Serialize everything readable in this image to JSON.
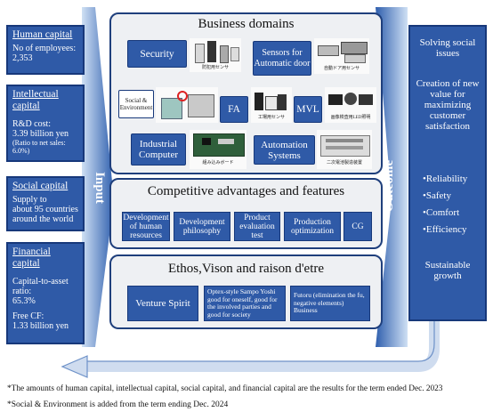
{
  "capitals": [
    {
      "title": "Human capital",
      "body": "No of employees:\n2,353"
    },
    {
      "title": "Intellectual capital",
      "body": "R&D cost:\n3.39 billion yen",
      "sub": "(Ratio to net sales: 6.0%)"
    },
    {
      "title": "Social capital",
      "body": "Supply to\nabout 95 countries\naround the world"
    },
    {
      "title": "Financial capital",
      "body": "Capital-to-asset ratio:\n65.3%",
      "body2": "Free CF:\n1.33 billion yen"
    }
  ],
  "input_label": "Input",
  "outcome_label": "Outcome",
  "business": {
    "title": "Business domains",
    "domains": {
      "security": "Security",
      "sensors": "Sensors for Automatic door",
      "social": "Social & Environment",
      "fa": "FA",
      "mvl": "MVL",
      "industrial": "Industrial Computer",
      "automation": "Automation Systems"
    },
    "captions": {
      "security": "防犯用センサ",
      "sensors": "自動ドア用センサ",
      "fa": "工場用センサ",
      "mvl": "画像検査用LED照明",
      "industrial": "組み込みボード",
      "automation": "二次電池製造装置"
    }
  },
  "competitive": {
    "title": "Competitive advantages and features",
    "items": [
      "Development of human resources",
      "Development philosophy",
      "Product evaluation test",
      "Production optimization",
      "CG"
    ]
  },
  "ethos": {
    "title": "Ethos,Vison and raison d'etre",
    "venture": "Venture Spirit",
    "optex": "Optex-style Sampo Yoshi good for oneself, good for the involved parties and good for society",
    "futoru": "Futoru (elimination the fu, negative elements) Business"
  },
  "outcome": {
    "l1": "Solving social issues",
    "l2": "Creation of new value for maximizing customer satisfaction",
    "bullets": [
      "Reliability",
      "Safety",
      "Comfort",
      "Efficiency"
    ],
    "l3": "Sustainable growth"
  },
  "footnotes": [
    "*The amounts of human capital, intellectual capital, social capital, and financial capital are the results for the term ended Dec. 2023",
    "*Social & Environment is added from the term ending Dec. 2024"
  ]
}
